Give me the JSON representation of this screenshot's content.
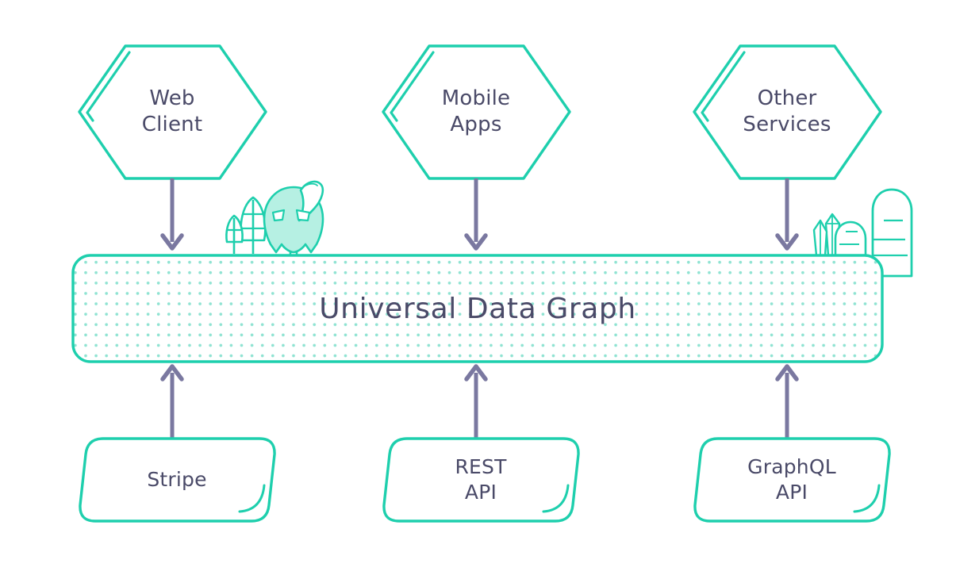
{
  "diagram": {
    "title": "Universal Data Graph",
    "colors": {
      "teal": "#1ecfad",
      "teal_dark": "#17c3a5",
      "mint_fill": "#b6f0e3",
      "dot": "#8fe3d2",
      "arrow": "#7a78a0",
      "text": "#4a4a68",
      "background": "#ffffff"
    },
    "clients": [
      {
        "id": "web-client",
        "label": "Web\nClient",
        "line1": "Web",
        "line2": "Client"
      },
      {
        "id": "mobile-apps",
        "label": "Mobile\nApps",
        "line1": "Mobile",
        "line2": "Apps"
      },
      {
        "id": "other-services",
        "label": "Other\nServices",
        "line1": "Other",
        "line2": "Services"
      }
    ],
    "center": {
      "id": "universal-data-graph",
      "label": "Universal Data Graph"
    },
    "sources": [
      {
        "id": "stripe",
        "label": "Stripe",
        "line1": "Stripe",
        "line2": ""
      },
      {
        "id": "rest-api",
        "label": "REST\nAPI",
        "line1": "REST",
        "line2": "API"
      },
      {
        "id": "graphql-api",
        "label": "GraphQL\nAPI",
        "line1": "GraphQL",
        "line2": "API"
      }
    ],
    "connectors": [
      {
        "id": "web-client-to-graph",
        "direction": "down"
      },
      {
        "id": "mobile-apps-to-graph",
        "direction": "down"
      },
      {
        "id": "other-services-to-graph",
        "direction": "down"
      },
      {
        "id": "stripe-to-graph",
        "direction": "up"
      },
      {
        "id": "rest-api-to-graph",
        "direction": "up"
      },
      {
        "id": "graphql-api-to-graph",
        "direction": "up"
      }
    ],
    "decorations": [
      {
        "id": "bird-mascot",
        "name": "bird-mascot-illustration"
      },
      {
        "id": "leaf-trees",
        "name": "leaf-tree-illustration"
      },
      {
        "id": "crystals",
        "name": "crystal-cluster-illustration"
      },
      {
        "id": "cacti",
        "name": "cactus-illustration"
      }
    ]
  }
}
